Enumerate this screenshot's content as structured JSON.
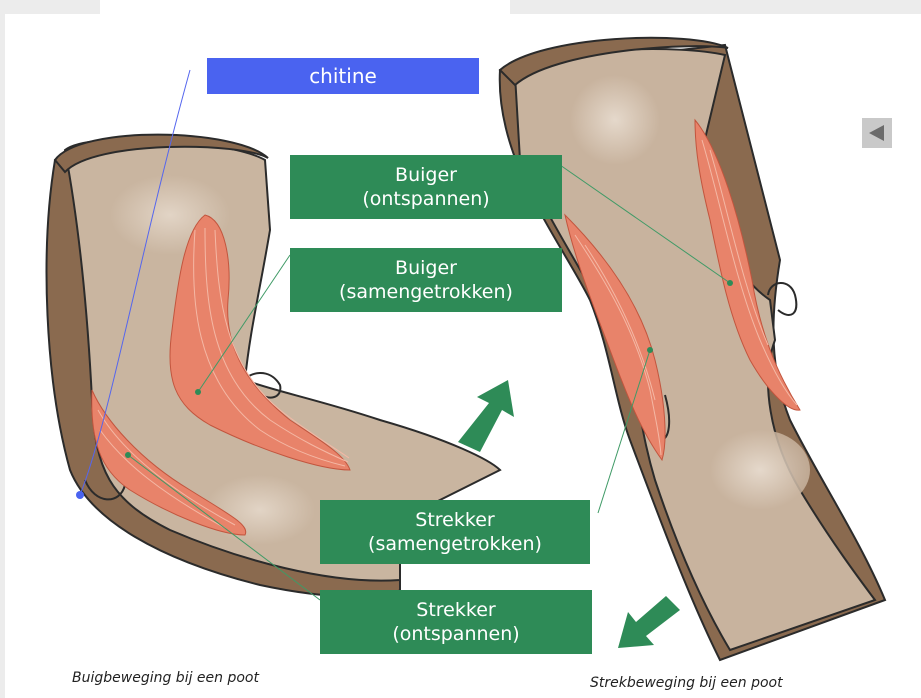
{
  "labels": {
    "chitine": "chitine",
    "buiger_ontspannen": [
      "Buiger",
      "(ontspannen)"
    ],
    "buiger_samengetrokken": [
      "Buiger",
      "(samengetrokken)"
    ],
    "strekker_samengetrokken": [
      "Strekker",
      "(samengetrokken)"
    ],
    "strekker_ontspannen": [
      "Strekker",
      "(ontspannen)"
    ]
  },
  "captions": {
    "left": "Buigbeweging bij een poot",
    "right": "Strekbeweging bij een poot"
  },
  "icons": {
    "back": "back-arrow-icon",
    "arrow_up": "arrow-up-right-icon",
    "arrow_down": "arrow-down-left-icon"
  },
  "colors": {
    "label_green": "#2e8b57",
    "label_blue": "#4a63f0",
    "muscle": "#e8836a",
    "exoskeleton_outer": "#8a6a4f",
    "exoskeleton_inner": "#cdb8a2",
    "arrow_green": "#2e8b57"
  }
}
